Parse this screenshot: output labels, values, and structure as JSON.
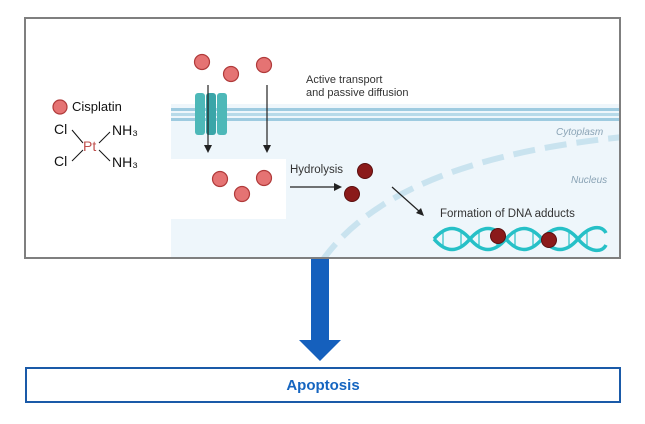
{
  "legend": {
    "label": "Cisplatin"
  },
  "molecule": {
    "cl_top": "Cl",
    "cl_bottom": "Cl",
    "center": "Pt",
    "nh3_top": "NH₃",
    "nh3_bottom": "NH₃"
  },
  "labels": {
    "transport_line1": "Active transport",
    "transport_line2": "and passive diffusion",
    "hydrolysis": "Hydrolysis",
    "adducts": "Formation of DNA adducts",
    "cytoplasm": "Cytoplasm",
    "nucleus": "Nucleus"
  },
  "outcome": {
    "label": "Apoptosis"
  },
  "colors": {
    "cisplatin": "#e57373",
    "hydrolyzed": "#8b1a1a",
    "membrane": "#9ecbe0",
    "cell": "#eef6fb",
    "dna": "#26c0c7",
    "big_arrow": "#1560bd",
    "outcome_border": "#1a5aa8"
  }
}
